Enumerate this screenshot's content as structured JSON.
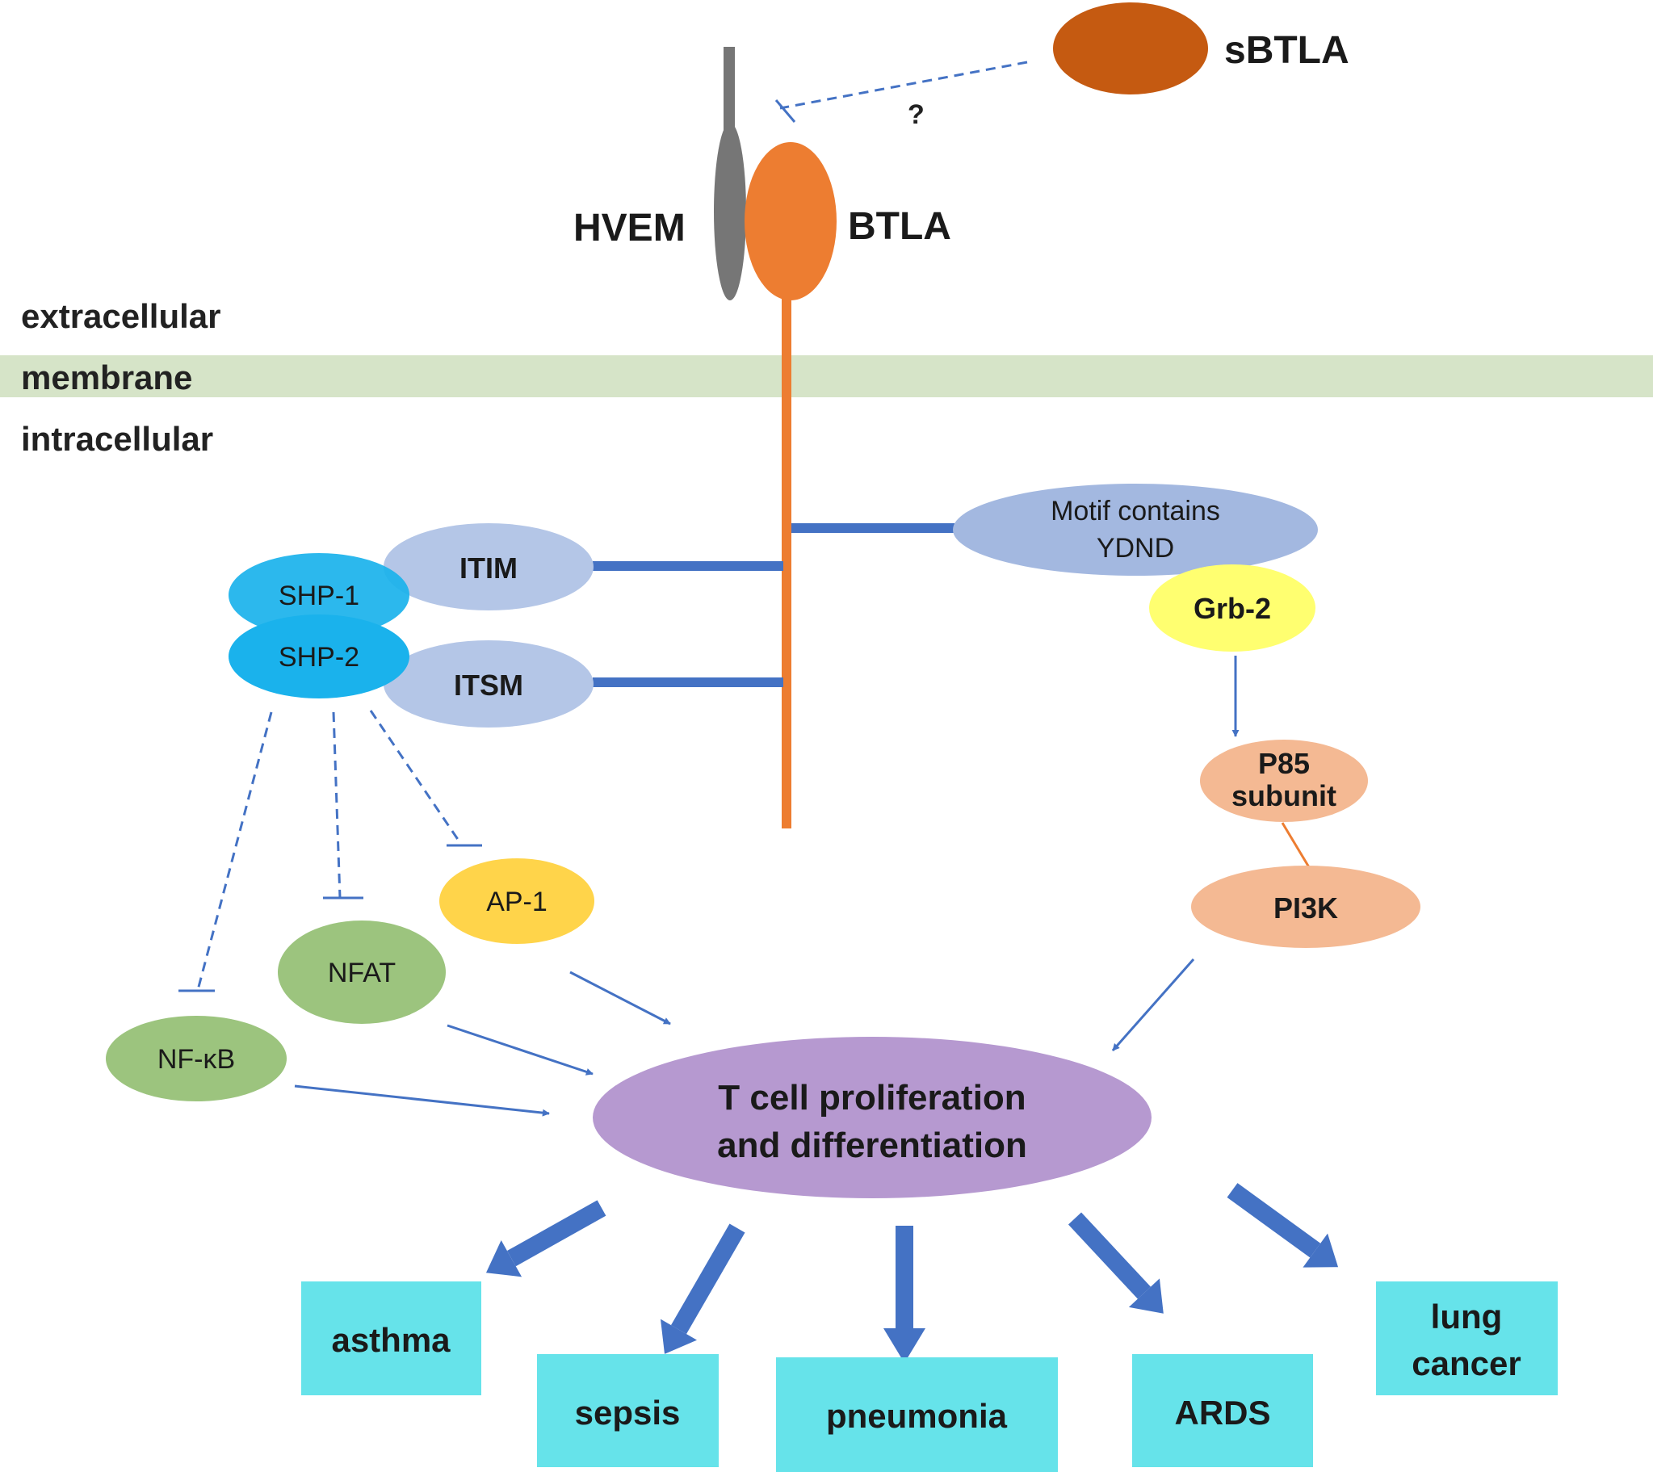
{
  "zones": {
    "extracellular": "extracellular",
    "membrane": "membrane",
    "intracellular": "intracellular"
  },
  "receptors": {
    "hvem": "HVEM",
    "btla": "BTLA",
    "sbtla": "sBTLA",
    "question": "?"
  },
  "motifs": {
    "itim": "ITIM",
    "itsm": "ITSM",
    "ydnd_line1": "Motif contains",
    "ydnd_line2": "YDND"
  },
  "proteins": {
    "shp1": "SHP-1",
    "shp2": "SHP-2",
    "grb2": "Grb-2",
    "p85_line1": "P85",
    "p85_line2": "subunit",
    "pi3k": "PI3K",
    "ap1": "AP-1",
    "nfat": "NFAT",
    "nfkb": "NF-κB"
  },
  "outcome": {
    "line1": "T cell proliferation",
    "line2": "and differentiation"
  },
  "diseases": {
    "asthma": "asthma",
    "sepsis": "sepsis",
    "pneumonia": "pneumonia",
    "ards": "ARDS",
    "lung_line1": "lung",
    "lung_line2": "cancer"
  },
  "colors": {
    "membrane_band": "#d6e4c8",
    "hvem": "#767676",
    "btla": "#ed7d31",
    "sbtla": "#c55a11",
    "motif": "#b4c6e7",
    "ydnd_motif": "#a3b8e0",
    "shp": "#1ab2ec",
    "grb2": "#ffff70",
    "p85_pi3k": "#f4b993",
    "ap1": "#ffd44a",
    "nfat_nfkb": "#9cc47e",
    "outcome": "#b699d0",
    "disease_box": "#66e3ea",
    "arrow": "#4472c4"
  }
}
